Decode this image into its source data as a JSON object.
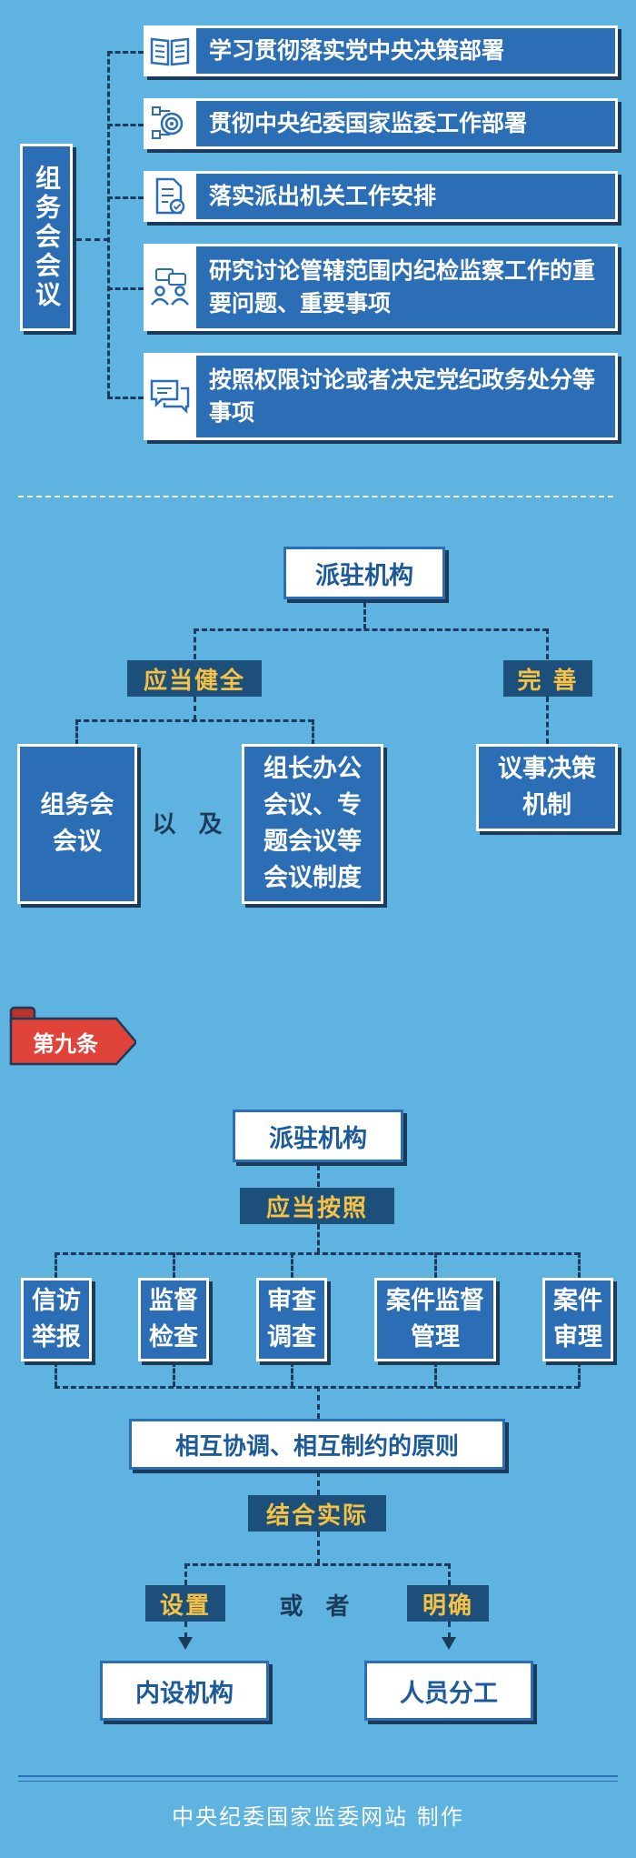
{
  "section1": {
    "vertical_title": "组务会会议",
    "items": [
      {
        "text": "学习贯彻落实党中央决策部署",
        "icon": "book-icon"
      },
      {
        "text": "贯彻中央纪委国家监委工作部署",
        "icon": "target-icon"
      },
      {
        "text": "落实派出机关工作安排",
        "icon": "document-check-icon"
      },
      {
        "text": "研究讨论管辖范围内纪检监察工作的重要问题、重要事项",
        "icon": "discussion-people-icon"
      },
      {
        "text": "按照权限讨论或者决定党纪政务处分等事项",
        "icon": "chat-bubbles-icon"
      }
    ]
  },
  "section2": {
    "top": "派驻机构",
    "tag_left": "应当健全",
    "tag_right": "完 善",
    "box_left": "组务会会议",
    "connector": "以 及",
    "box_mid": "组长办公会议、专题会议等会议制度",
    "box_right": "议事决策机制"
  },
  "article_tag": "第九条",
  "section3": {
    "top": "派驻机构",
    "tag1": "应当按照",
    "items": [
      "信访举报",
      "监督检查",
      "审查调查",
      "案件监督管理",
      "案件审理"
    ],
    "principle": "相互协调、相互制约的原则",
    "tag2": "结合实际",
    "tag_left": "设置",
    "connector": "或 者",
    "tag_right": "明确",
    "box_left": "内设机构",
    "box_right": "人员分工"
  },
  "footer": "中央纪委国家监委网站 制作",
  "colors": {
    "background": "#5fb3e0",
    "box_blue": "#2c6eb5",
    "tag_dark": "#1c4f7a",
    "tag_text": "#f6c244",
    "article_red": "#e0433a"
  }
}
